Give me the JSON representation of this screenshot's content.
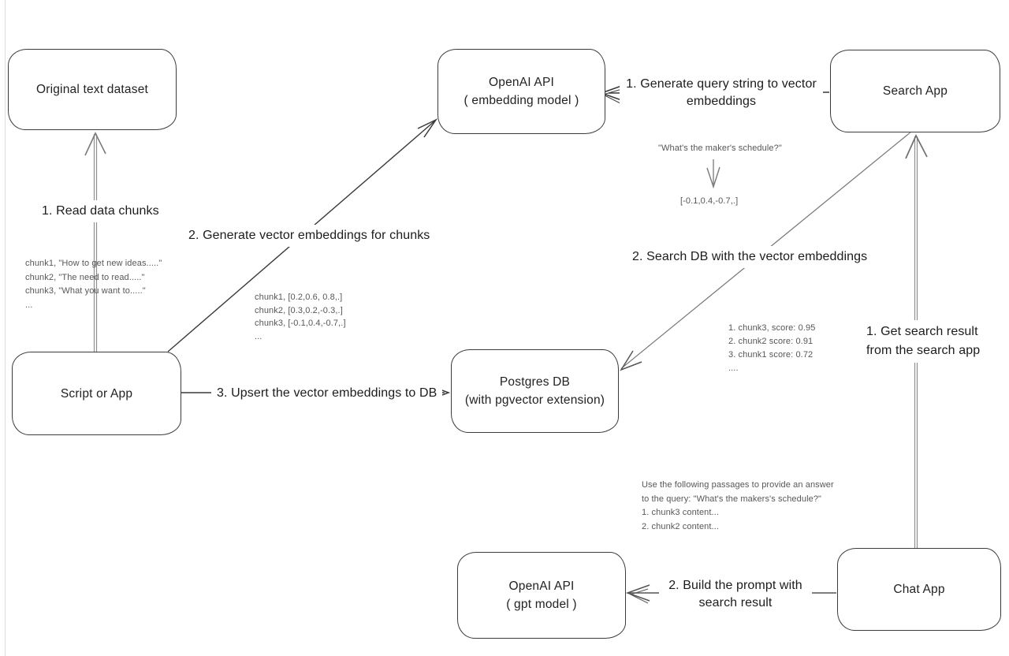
{
  "colors": {
    "background": "#ffffff",
    "box_border": "#3c3c3c",
    "box_fill": "#ffffff",
    "text_primary": "#1e1e1e",
    "text_secondary": "#575757",
    "arrow_dark": "#3a3a3a",
    "arrow_gray": "#8a8a8a"
  },
  "nodes": [
    {
      "id": "original-text-dataset",
      "lines": [
        "Original text dataset"
      ]
    },
    {
      "id": "openai-embedding",
      "lines": [
        "OpenAI API",
        "( embedding model )"
      ]
    },
    {
      "id": "search-app",
      "lines": [
        "Search App"
      ]
    },
    {
      "id": "script-or-app",
      "lines": [
        "Script or App"
      ]
    },
    {
      "id": "postgres-db",
      "lines": [
        "Postgres DB",
        "(with pgvector extension)"
      ]
    },
    {
      "id": "openai-gpt",
      "lines": [
        "OpenAI API",
        "( gpt model )"
      ]
    },
    {
      "id": "chat-app",
      "lines": [
        "Chat App"
      ]
    }
  ],
  "edge_labels": {
    "read_chunks": "1. Read data chunks",
    "generate_embeddings": "2. Generate vector embeddings for chunks",
    "upsert": "3. Upsert the vector embeddings  to DB",
    "query_to_vector_line1": "1. Generate query string to vector",
    "query_to_vector_line2": "embeddings",
    "search_db": "2. Search DB with the vector embeddings",
    "get_result_line1": "1. Get search result",
    "get_result_line2": "from the search app",
    "build_prompt_line1": "2. Build the prompt with",
    "build_prompt_line2": "search result"
  },
  "annotations": {
    "chunks_text": [
      "chunk1, \"How to get new ideas.....\"",
      "chunk2, \"The need to read.....\"",
      "chunk3, \"What you want to.....\"",
      "..."
    ],
    "chunk_vectors": [
      "chunk1, [0.2,0.6, 0.8,.]",
      "chunk2, [0.3,0.2,-0.3,.]",
      "chunk3, [-0.1,0.4,-0.7,.]",
      "..."
    ],
    "query_string": "\"What's the maker's schedule?\"",
    "query_vector": "[-0.1,0.4,-0.7,.]",
    "search_scores": [
      "1. chunk3, score: 0.95",
      "2. chunk2 score: 0.91",
      "3. chunk1 score: 0.72",
      "...."
    ],
    "prompt_text": [
      "Use the following passages to provide an answer",
      "to the query: \"What's the makers's schedule?\"",
      "1. chunk3 content...",
      "2. chunk2 content..."
    ]
  }
}
